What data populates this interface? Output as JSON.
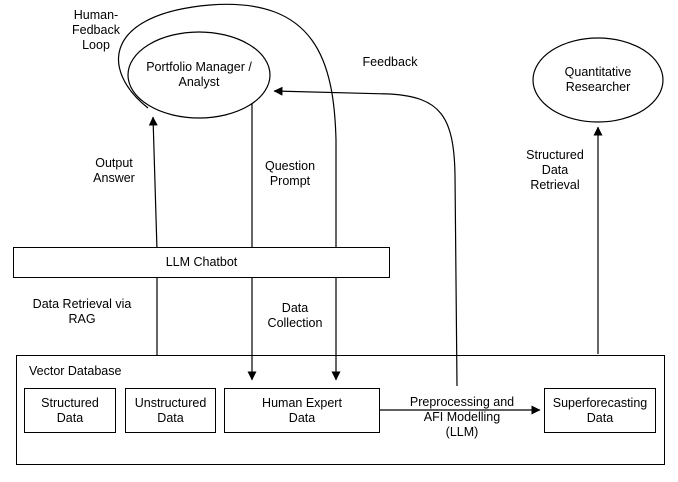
{
  "diagram": {
    "title": "Human feedback loop diagram (LLM chatbot / vector database workflow)",
    "colors": {
      "stroke": "#000000",
      "fill": "#ffffff",
      "text": "#000000"
    },
    "nodes": {
      "portfolio_manager": {
        "line1": "Portfolio Manager /",
        "line2": "Analyst"
      },
      "quant_researcher": {
        "line1": "Quantitative",
        "line2": "Researcher"
      },
      "llm_chatbot": {
        "label": "LLM Chatbot"
      },
      "vector_database": {
        "label": "Vector Database"
      },
      "structured_data": {
        "line1": "Structured",
        "line2": "Data"
      },
      "unstructured_data": {
        "line1": "Unstructured",
        "line2": "Data"
      },
      "human_expert_data": {
        "line1": "Human Expert",
        "line2": "Data"
      },
      "superforecasting": {
        "line1": "Superforecasting",
        "line2": "Data"
      }
    },
    "edge_labels": {
      "human_feedback_loop": {
        "line1": "Human-",
        "line2": "Fedback",
        "line3": "Loop"
      },
      "feedback": {
        "label": "Feedback"
      },
      "output_answer": {
        "line1": "Output",
        "line2": "Answer"
      },
      "question_prompt": {
        "line1": "Question",
        "line2": "Prompt"
      },
      "structured_data_retrieval": {
        "line1": "Structured",
        "line2": "Data",
        "line3": "Retrieval"
      },
      "data_retrieval_rag": {
        "line1": "Data Retrieval via",
        "line2": "RAG"
      },
      "data_collection": {
        "line1": "Data",
        "line2": "Collection"
      },
      "preprocessing": {
        "line1": "Preprocessing and",
        "line2": "AFI Modelling",
        "line3": "(LLM)"
      }
    }
  }
}
